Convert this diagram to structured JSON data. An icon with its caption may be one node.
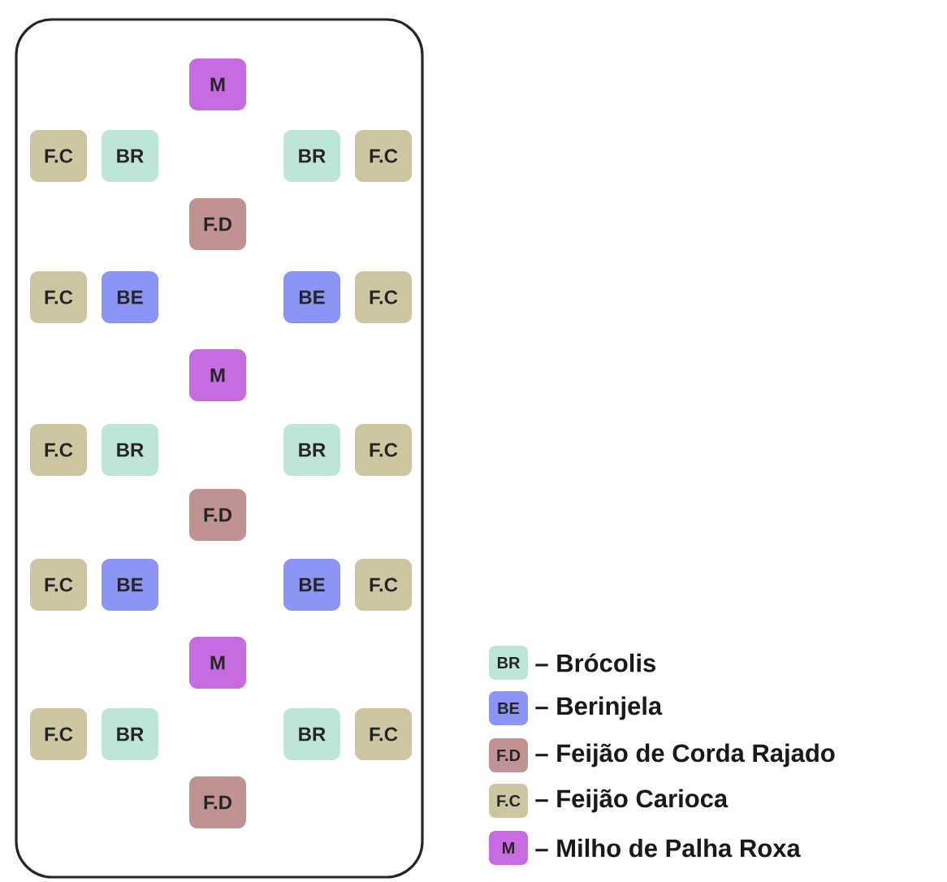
{
  "diagram": {
    "nodes": [
      {
        "text": [],
        "shape": "box"
      },
      {
        "text": [
          "M"
        ],
        "in": 0
      },
      {
        "text": [
          "F.C"
        ],
        "in": 0
      },
      {
        "text": [
          "BR"
        ],
        "in": 0
      },
      {
        "text": [
          "BR"
        ],
        "in": 0
      },
      {
        "text": [
          "F.C"
        ],
        "in": 0
      },
      {
        "text": [
          "F.D"
        ],
        "in": 0
      },
      {
        "text": [
          "F.C"
        ],
        "in": 0
      },
      {
        "text": [
          "BE"
        ],
        "in": 0
      },
      {
        "text": [
          "BE"
        ],
        "in": 0
      },
      {
        "text": [
          "F.C"
        ],
        "in": 0
      },
      {
        "text": [
          "M"
        ],
        "in": 0
      },
      {
        "text": [
          "F.C"
        ],
        "in": 0
      },
      {
        "text": [
          "BR"
        ],
        "in": 0
      },
      {
        "text": [
          "BR"
        ],
        "in": 0
      },
      {
        "text": [
          "F.C"
        ],
        "in": 0
      },
      {
        "text": [
          "F.D"
        ],
        "in": 0
      },
      {
        "text": [
          "F.C"
        ],
        "in": 0
      },
      {
        "text": [
          "BE"
        ],
        "in": 0
      },
      {
        "text": [
          "BE"
        ],
        "in": 0
      },
      {
        "text": [
          "F.C"
        ],
        "in": 0
      },
      {
        "text": [
          "M"
        ],
        "in": 0
      },
      {
        "text": [
          "F.C"
        ],
        "in": 0
      },
      {
        "text": [
          "BR"
        ],
        "in": 0
      },
      {
        "text": [
          "BR"
        ],
        "in": 0
      },
      {
        "text": [
          "F.C"
        ],
        "in": 0
      },
      {
        "text": [
          "F.D"
        ],
        "in": 0
      }
    ],
    "labels": [
      "BR",
      "BE",
      "F.D",
      "F.C",
      "M"
    ],
    "legend": [
      {
        "text": "– Brócolis",
        "color": "#bde6d8"
      },
      {
        "text": "– Berinjela",
        "color": "#8c95f6"
      },
      {
        "text": "– Feijão de Corda Rajado",
        "color": "#c09291"
      },
      {
        "text": "– Feijão Carioca",
        "color": "#cdc6a0"
      },
      {
        "text": "– Milho de Palha Roxa",
        "color": "#c76be0"
      }
    ]
  }
}
